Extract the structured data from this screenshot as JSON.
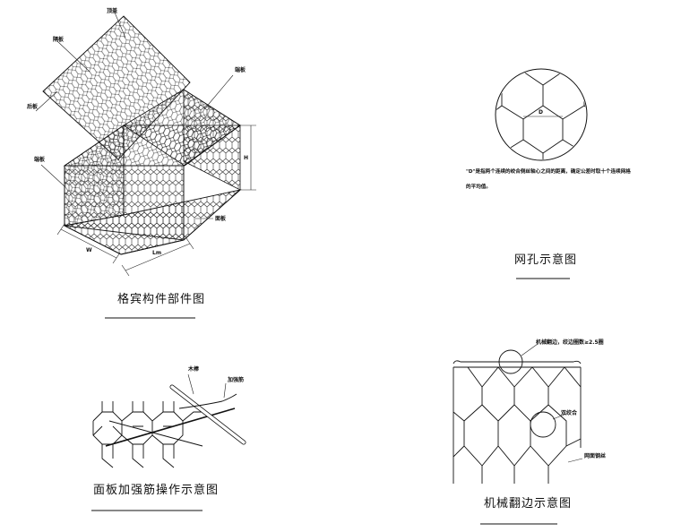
{
  "gabion": {
    "caption": "格宾构件部件图",
    "labels": {
      "top_lid": "顶盖",
      "partition": "隔板",
      "back_panel": "后板",
      "end_panel_left": "端板",
      "end_panel_right": "端板",
      "front_panel": "面板",
      "dim_width": "W",
      "dim_length": "Lm",
      "dim_height": "H"
    }
  },
  "mesh_hole": {
    "caption": "网孔示意图",
    "dim_label": "D",
    "note_line1": "\"D\"是指两个连续的绞合侧丝轴心之间的距离，确定公差时取十个连续网格",
    "note_line2": "的平均值。"
  },
  "reinforce": {
    "caption": "面板加强筋操作示意图",
    "labels": {
      "wood_stick": "木棒",
      "reinforcing_bar": "加强筋"
    }
  },
  "edge": {
    "caption": "机械翻边示意图",
    "labels": {
      "selvedge": "机械翻边，绞边圈数≥2.5圈",
      "twist": "双绞合",
      "mesh_wire": "网面钢丝"
    }
  }
}
